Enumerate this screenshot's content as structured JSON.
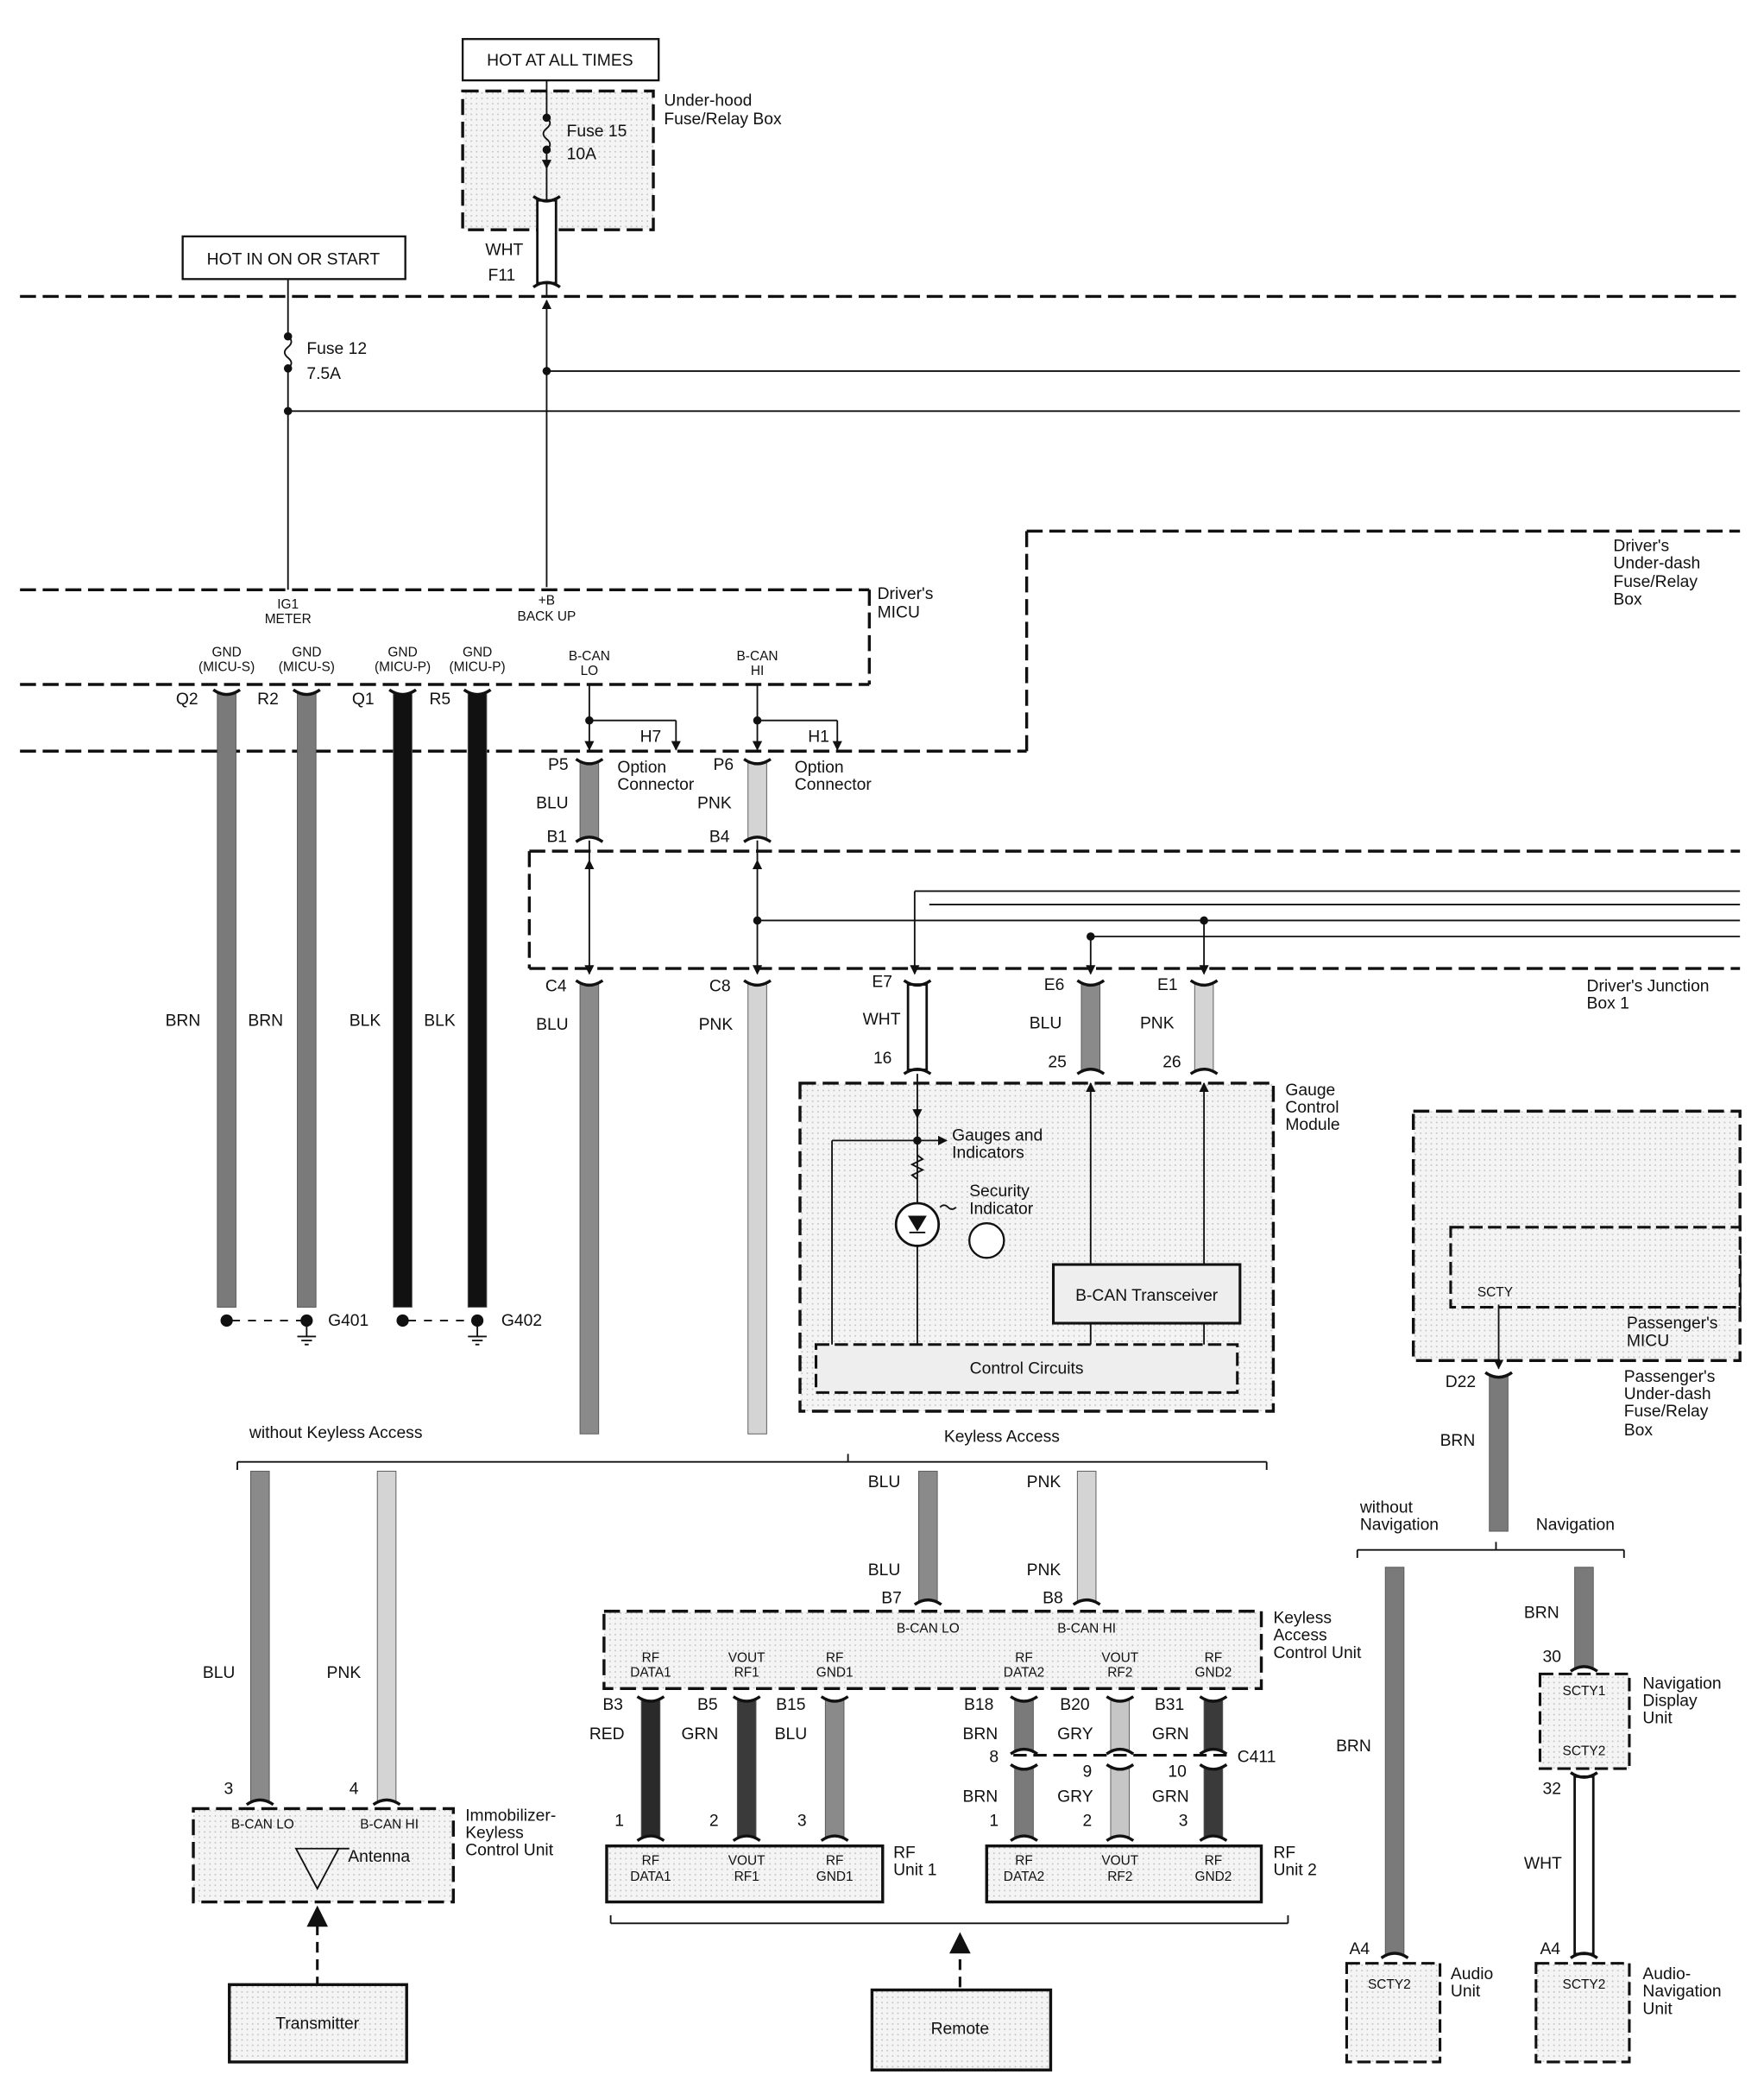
{
  "power": {
    "hot_at_all_times": "HOT AT ALL TIMES",
    "hot_in_on_or_start": "HOT IN ON OR START"
  },
  "underhood_box": {
    "label": [
      "Under-hood",
      "Fuse/Relay Box"
    ],
    "fuse": [
      "Fuse 15",
      "10A"
    ],
    "wire_color": "WHT",
    "connector": "F11"
  },
  "fuse12": [
    "Fuse 12",
    "7.5A"
  ],
  "drivers_underdash_box": {
    "label": [
      "Driver's",
      "Under-dash",
      "Fuse/Relay",
      "Box"
    ]
  },
  "drivers_micu": {
    "label": [
      "Driver's",
      "MICU"
    ],
    "pins": {
      "ig1": [
        "IG1",
        "METER"
      ],
      "backup": [
        "+B",
        "BACK UP"
      ],
      "gnd1": [
        "GND",
        "(MICU-S)"
      ],
      "gnd2": [
        "GND",
        "(MICU-S)"
      ],
      "gnd3": [
        "GND",
        "(MICU-P)"
      ],
      "gnd4": [
        "GND",
        "(MICU-P)"
      ],
      "bcan_lo": [
        "B-CAN",
        "LO"
      ],
      "bcan_hi": [
        "B-CAN",
        "HI"
      ]
    }
  },
  "ground_wires": {
    "terminals": [
      "Q2",
      "R2",
      "Q1",
      "R5"
    ],
    "colors": [
      "BRN",
      "BRN",
      "BLK",
      "BLK"
    ],
    "grounds": [
      "G401",
      "G402"
    ]
  },
  "option_connectors": {
    "lo": {
      "h": "H7",
      "p": "P5",
      "color": "BLU",
      "b": "B1",
      "label": [
        "Option",
        "Connector"
      ]
    },
    "hi": {
      "h": "H1",
      "p": "P6",
      "color": "PNK",
      "b": "B4",
      "label": [
        "Option",
        "Connector"
      ]
    }
  },
  "junction_box": {
    "label": [
      "Driver's Junction",
      "Box 1"
    ],
    "terminals": [
      "C4",
      "C8",
      "E7",
      "E6",
      "E1"
    ],
    "colors": [
      "BLU",
      "PNK",
      "WHT",
      "BLU",
      "PNK"
    ],
    "pins": [
      "16",
      "25",
      "26"
    ]
  },
  "gauge_module": {
    "label": [
      "Gauge",
      "Control",
      "Module"
    ],
    "gauges": [
      "Gauges and",
      "Indicators"
    ],
    "security": [
      "Security",
      "Indicator"
    ],
    "transceiver": "B-CAN Transceiver",
    "control": "Control Circuits"
  },
  "passenger_micu": {
    "pin": "SCTY",
    "label": [
      "Passenger's",
      "MICU"
    ],
    "box_label": [
      "Passenger's",
      "Under-dash",
      "Fuse/Relay",
      "Box"
    ],
    "terminal": "D22",
    "color": "BRN"
  },
  "variants": {
    "without_keyless": "without Keyless Access",
    "keyless": "Keyless Access",
    "without_nav": [
      "without",
      "Navigation"
    ],
    "nav": "Navigation"
  },
  "immobilizer": {
    "colors": [
      "BLU",
      "PNK"
    ],
    "pins": [
      "3",
      "4"
    ],
    "inner": [
      "B-CAN LO",
      "B-CAN HI",
      "Antenna"
    ],
    "label": [
      "Immobilizer-",
      "Keyless",
      "Control Unit"
    ],
    "transmitter": "Transmitter"
  },
  "keyless_unit": {
    "upper_colors": [
      "BLU",
      "PNK"
    ],
    "lower_colors": [
      "BLU",
      "PNK"
    ],
    "terminals_top": [
      "B7",
      "B8"
    ],
    "label": [
      "Keyless",
      "Access",
      "Control Unit"
    ],
    "bcan": [
      "B-CAN LO",
      "B-CAN HI"
    ],
    "pins": [
      [
        "RF",
        "DATA1"
      ],
      [
        "VOUT",
        "RF1"
      ],
      [
        "RF",
        "GND1"
      ],
      [
        "RF",
        "DATA2"
      ],
      [
        "VOUT",
        "RF2"
      ],
      [
        "RF",
        "GND2"
      ]
    ],
    "terminals": [
      "B3",
      "B5",
      "B15",
      "B18",
      "B20",
      "B31"
    ],
    "colors": [
      "RED",
      "GRN",
      "BLU",
      "BRN",
      "GRY",
      "GRN"
    ],
    "unit1_pins": [
      "1",
      "2",
      "3"
    ],
    "c411": {
      "name": "C411",
      "pins": [
        "8",
        "9",
        "10"
      ],
      "colors": [
        "BRN",
        "GRY",
        "GRN"
      ]
    },
    "unit2_pins": [
      "1",
      "2",
      "3"
    ],
    "rf_unit1": [
      "RF",
      "Unit 1"
    ],
    "rf_unit2": [
      "RF",
      "Unit 2"
    ],
    "remote": "Remote"
  },
  "audio": {
    "color": "BRN",
    "terminal": "A4",
    "pin": "SCTY2",
    "label": [
      "Audio",
      "Unit"
    ]
  },
  "navigation": {
    "color_in": "BRN",
    "pin_in": "30",
    "display_pins": [
      "SCTY1",
      "SCTY2"
    ],
    "display_label": [
      "Navigation",
      "Display",
      "Unit"
    ],
    "pin_out": "32",
    "color_out": "WHT",
    "terminal": "A4",
    "audio_pin": "SCTY2",
    "audio_label": [
      "Audio-",
      "Navigation",
      "Unit"
    ]
  },
  "wire_shades": {
    "BRN": "#7a7a7a",
    "BLU": "#8a8a8a",
    "BLK": "#111111",
    "PNK": "#d4d4d4",
    "RED": "#2a2a2a",
    "GRN": "#3a3a3a",
    "GRY": "#c6c6c6",
    "WHT": "#ffffff"
  }
}
